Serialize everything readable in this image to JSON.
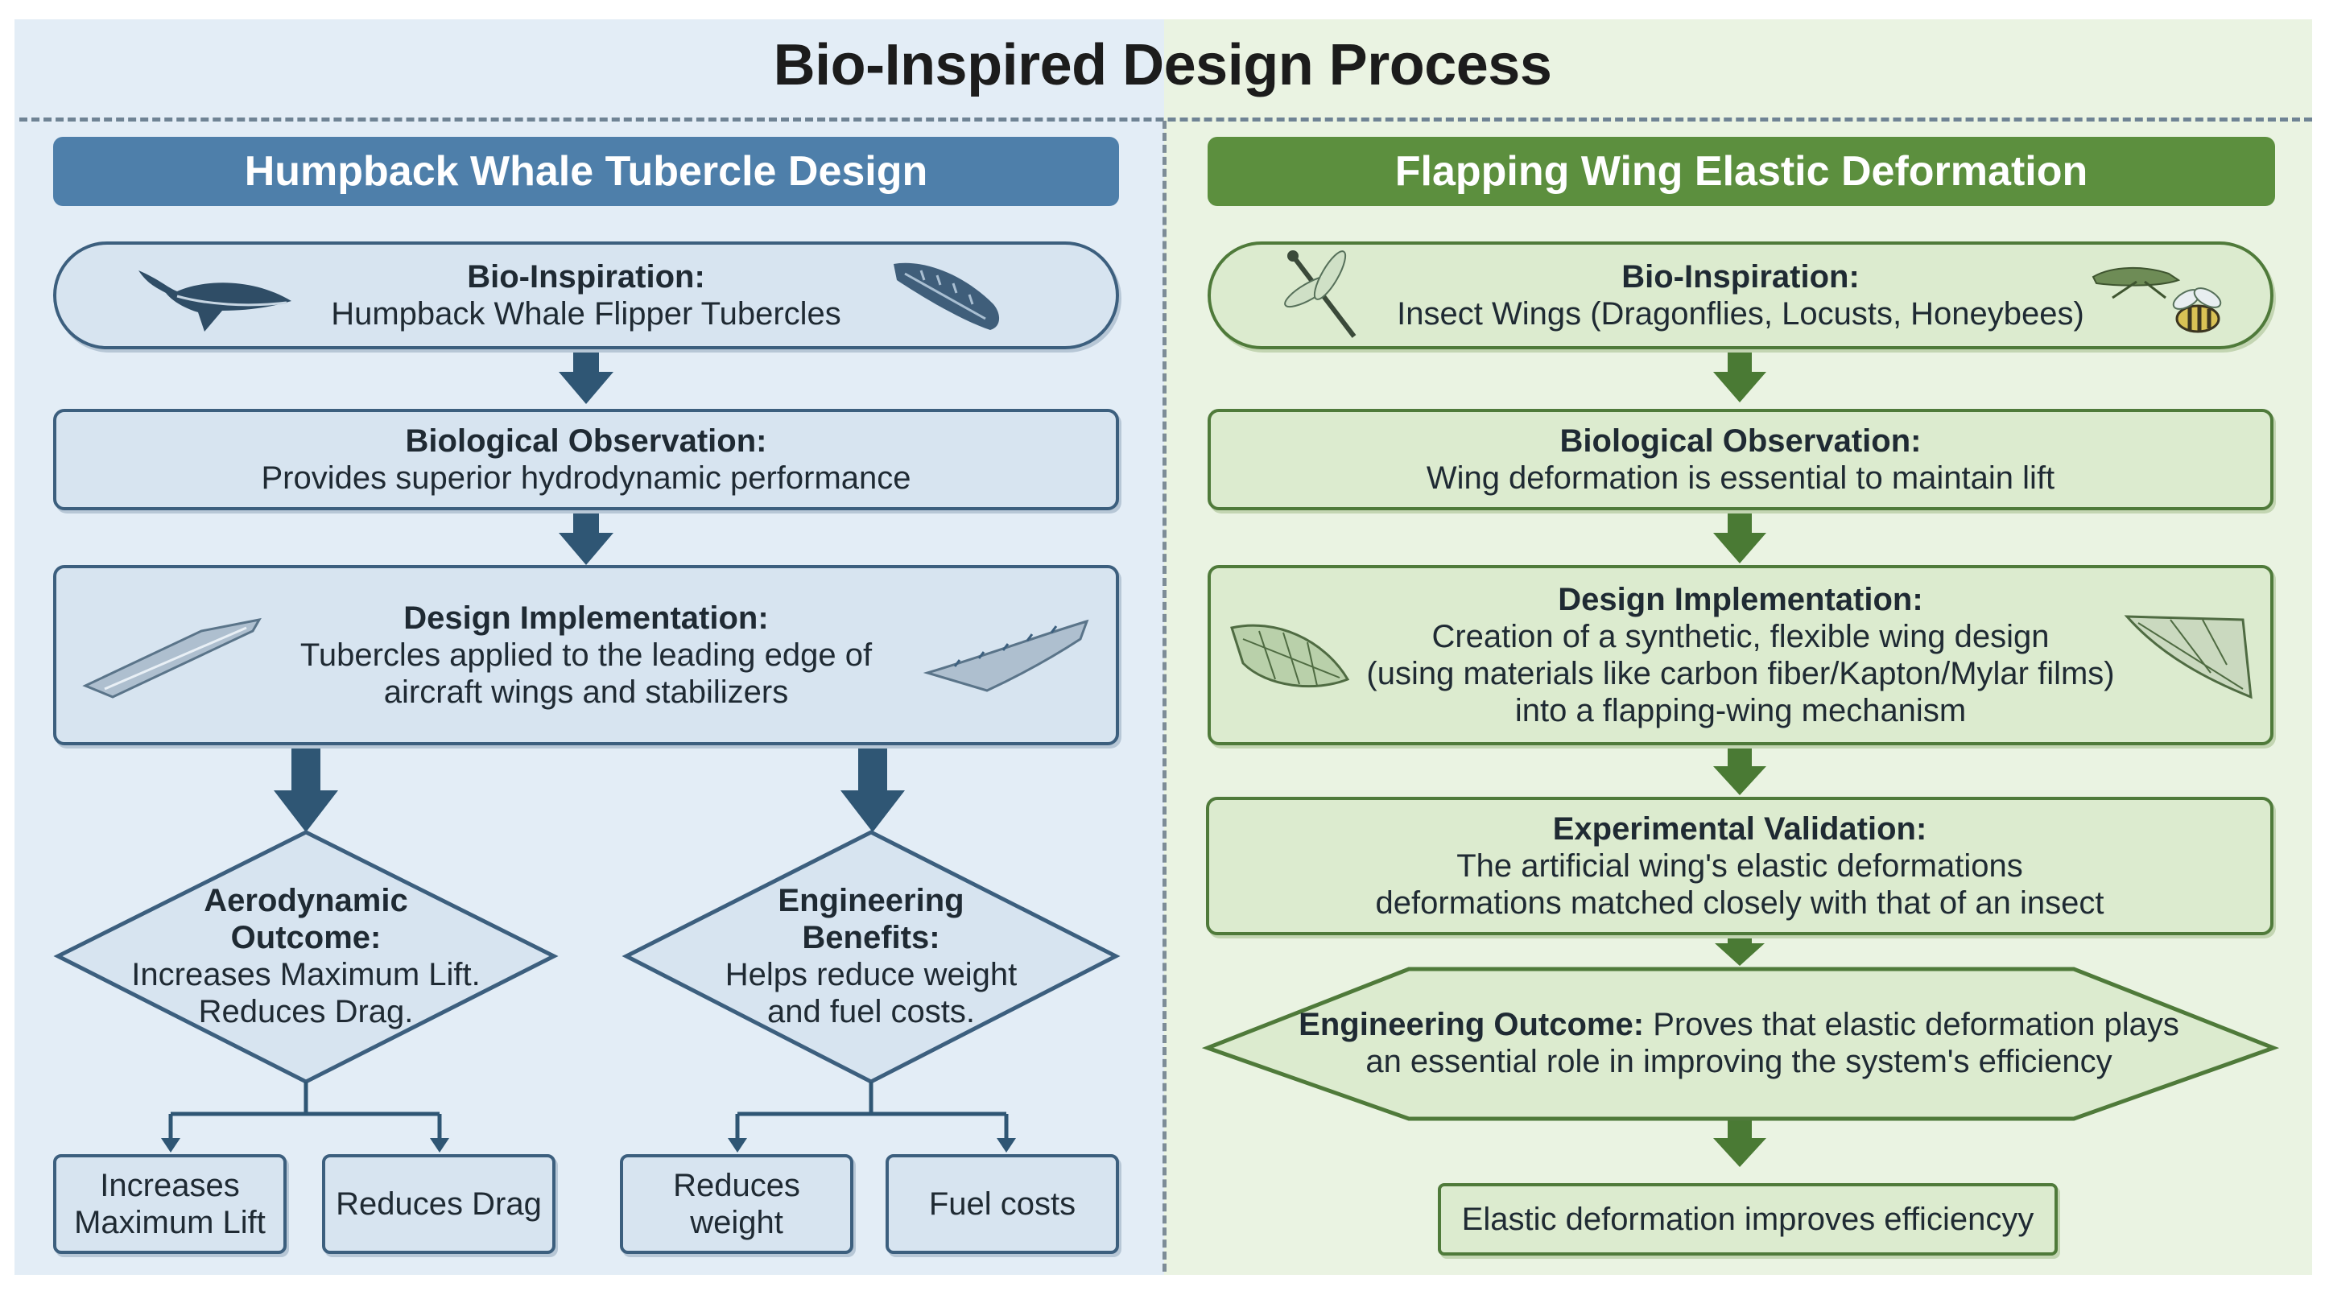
{
  "title": "Bio-Inspired Design Process",
  "left": {
    "header": "Humpback Whale Tubercle Design",
    "inspiration": {
      "title": "Bio-Inspiration:",
      "text": "Humpback Whale Flipper Tubercles"
    },
    "observation": {
      "title": "Biological Observation:",
      "text": "Provides superior hydrodynamic performance"
    },
    "implementation": {
      "title": "Design Implementation:",
      "line1": "Tubercles applied to the leading edge of",
      "line2": "aircraft wings and stabilizers"
    },
    "aero": {
      "title1": "Aerodynamic",
      "title2": "Outcome:",
      "line1": "Increases Maximum Lift.",
      "line2": "Reduces Drag."
    },
    "eng": {
      "title1": "Engineering",
      "title2": "Benefits:",
      "line1": "Helps reduce weight",
      "line2": "and fuel costs."
    },
    "leaves": [
      {
        "line1": "Increases",
        "line2": "Maximum Lift"
      },
      {
        "line1": "Reduces Drag",
        "line2": ""
      },
      {
        "line1": "Reduces",
        "line2": "weight"
      },
      {
        "line1": "Fuel costs",
        "line2": ""
      }
    ]
  },
  "right": {
    "header": "Flapping Wing Elastic Deformation",
    "inspiration": {
      "title": "Bio-Inspiration:",
      "text": "Insect Wings (Dragonflies, Locusts, Honeybees)"
    },
    "observation": {
      "title": "Biological Observation:",
      "text": "Wing deformation is essential to maintain lift"
    },
    "implementation": {
      "title": "Design Implementation:",
      "line1": "Creation of a synthetic, flexible wing design",
      "line2": "(using materials like carbon fiber/Kapton/Mylar films)",
      "line3": "into a flapping-wing mechanism"
    },
    "validation": {
      "title": "Experimental Validation:",
      "line1": "The artificial wing's elastic deformations",
      "line2": "deformations matched closely with that of an insect"
    },
    "outcome": {
      "title": "Engineering Outcome:",
      "line1": " Proves that elastic deformation plays",
      "line2": "an essential role in improving the system's efficiency"
    },
    "final": "Elastic deformation improves efficiencyy"
  },
  "colors": {
    "blue": "#4e7faa",
    "green": "#5c8f3e",
    "arrow_blue": "#2f5674",
    "arrow_green": "#4a7a34"
  },
  "icons": [
    "whale-icon",
    "whale-flipper-icon",
    "tubercle-wing-icon",
    "dragonfly-icon",
    "locust-icon",
    "honeybee-icon",
    "insect-wing-icon"
  ]
}
